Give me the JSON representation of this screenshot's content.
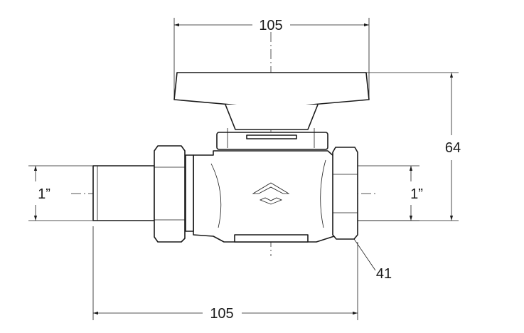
{
  "dimensions": {
    "handle_width": "105",
    "overall_length": "105",
    "height": "64",
    "inlet_size": "1”",
    "outlet_size": "1”",
    "wrench_size": "41"
  },
  "icons": [
    "ball-valve-drawing",
    "logo-mark"
  ]
}
